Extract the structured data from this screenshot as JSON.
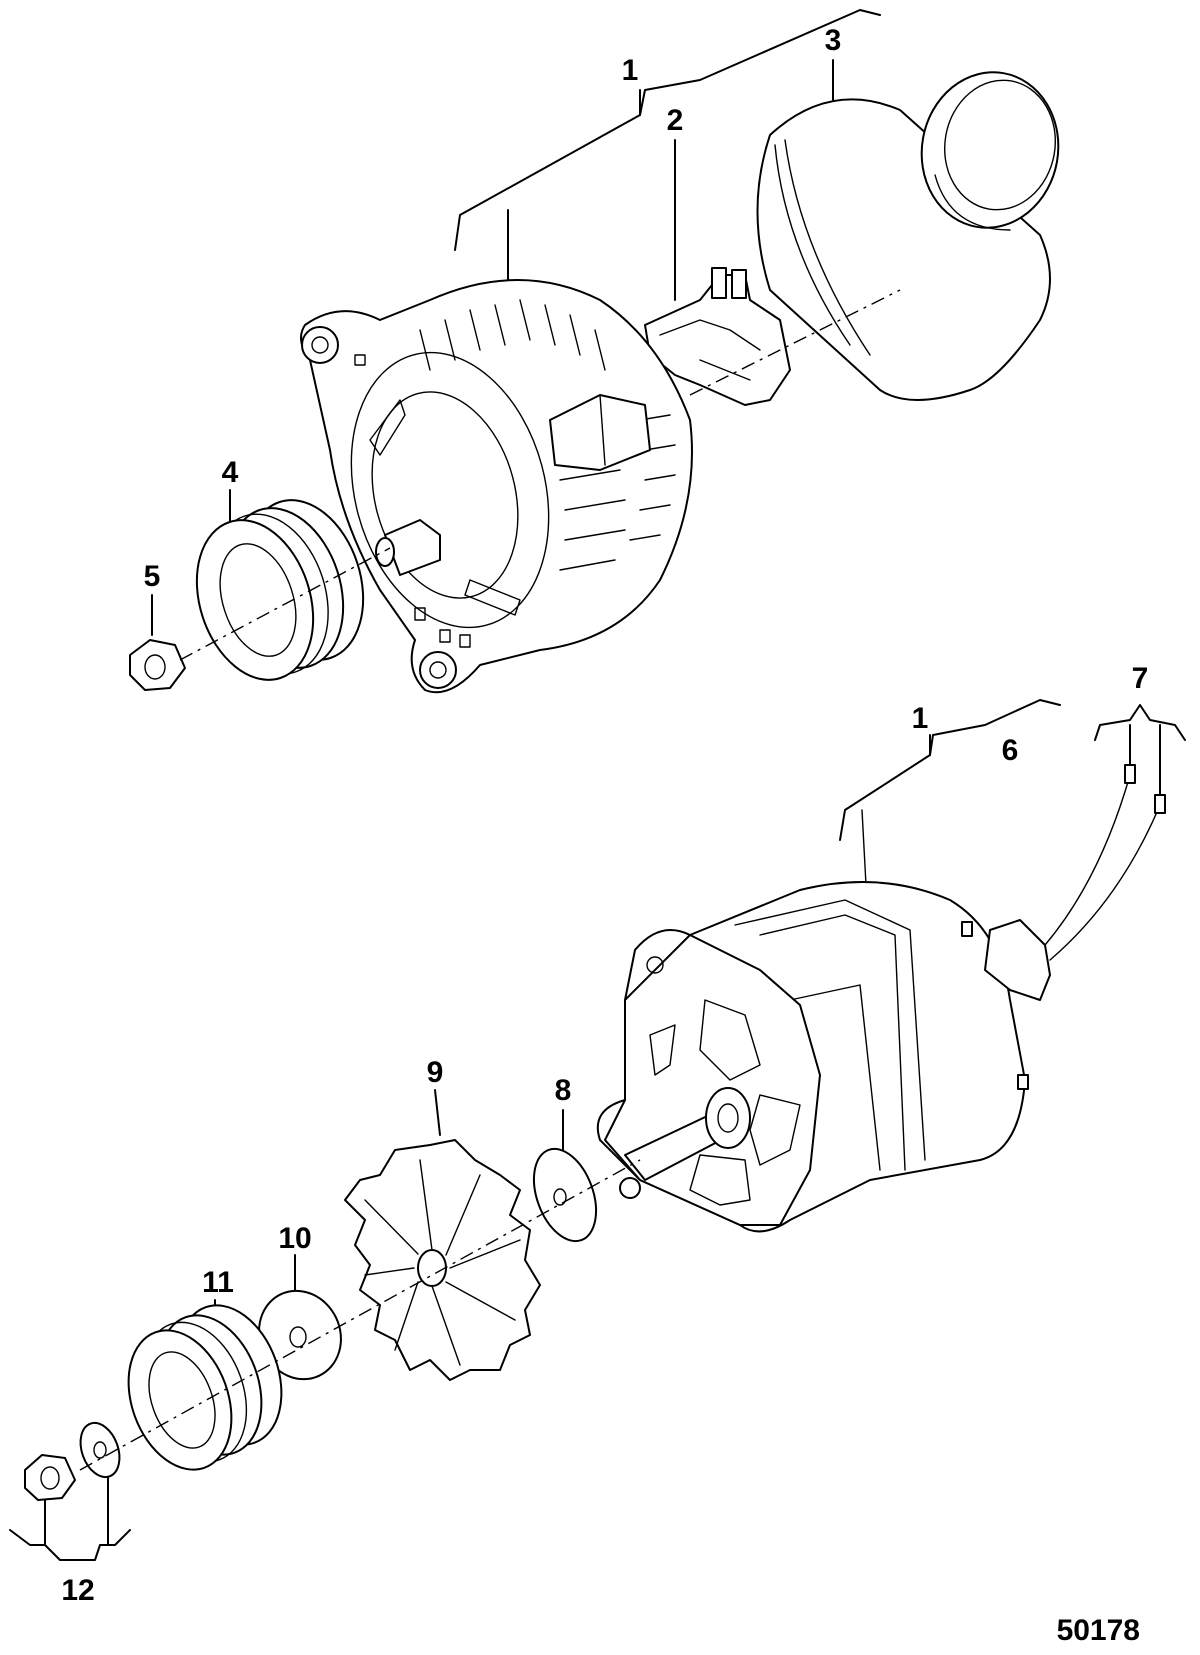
{
  "figure_number": "50178",
  "callouts": [
    {
      "id": "callout-1-top",
      "text": "1"
    },
    {
      "id": "callout-2",
      "text": "2"
    },
    {
      "id": "callout-3",
      "text": "3"
    },
    {
      "id": "callout-4",
      "text": "4"
    },
    {
      "id": "callout-5",
      "text": "5"
    },
    {
      "id": "callout-1-bottom",
      "text": "1"
    },
    {
      "id": "callout-6",
      "text": "6"
    },
    {
      "id": "callout-7",
      "text": "7"
    },
    {
      "id": "callout-8",
      "text": "8"
    },
    {
      "id": "callout-9",
      "text": "9"
    },
    {
      "id": "callout-10",
      "text": "10"
    },
    {
      "id": "callout-11",
      "text": "11"
    },
    {
      "id": "callout-12",
      "text": "12"
    }
  ]
}
